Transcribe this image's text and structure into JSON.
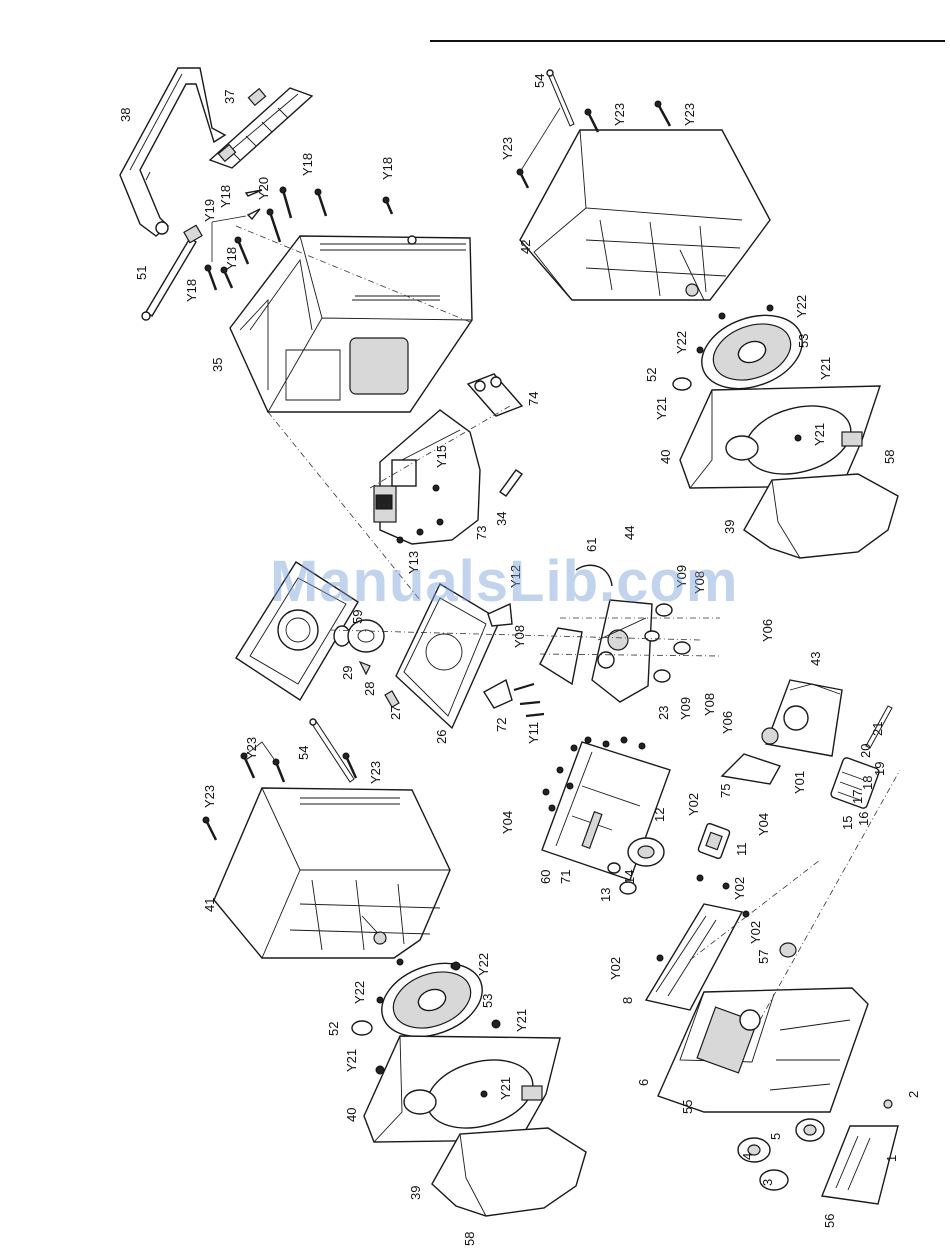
{
  "watermark": "ManualsLib.com",
  "labels": {
    "p38": "38",
    "p37": "37",
    "p51": "51",
    "p35": "35",
    "p74": "74",
    "p73": "73",
    "p34": "34",
    "p54a": "54",
    "p54b": "54",
    "p42": "42",
    "p53a": "53",
    "p53b": "53",
    "p52a": "52",
    "p52b": "52",
    "p40a": "40",
    "p40b": "40",
    "p58a": "58",
    "p58b": "58",
    "p39a": "39",
    "p39b": "39",
    "p41": "41",
    "p26": "26",
    "p27": "27",
    "p28": "28",
    "p29": "29",
    "p59": "59",
    "p72": "72",
    "p44": "44",
    "p61": "61",
    "p23": "23",
    "p60": "60",
    "p71": "71",
    "p12": "12",
    "p13": "13",
    "p14": "14",
    "p11": "11",
    "p75": "75",
    "p43": "43",
    "p21": "21",
    "p20": "20",
    "p19": "19",
    "p18": "18",
    "p17": "17",
    "p16": "16",
    "p15": "15",
    "p8": "8",
    "p57": "57",
    "p6": "6",
    "p55": "55",
    "p4": "4",
    "p5": "5",
    "p3": "3",
    "p56": "56",
    "p1": "1",
    "p2": "2",
    "y18a": "Y18",
    "y18b": "Y18",
    "y18c": "Y18",
    "y18d": "Y18",
    "y18e": "Y18",
    "y19": "Y19",
    "y20": "Y20",
    "y15": "Y15",
    "y23a": "Y23",
    "y23b": "Y23",
    "y23c": "Y23",
    "y23d": "Y23",
    "y23e": "Y23",
    "y23f": "Y23",
    "y22a": "Y22",
    "y22b": "Y22",
    "y22c": "Y22",
    "y22d": "Y22",
    "y21a": "Y21",
    "y21b": "Y21",
    "y21c": "Y21",
    "y21d": "Y21",
    "y21e": "Y21",
    "y21f": "Y21",
    "y12": "Y12",
    "y13": "Y13",
    "y08a": "Y08",
    "y08b": "Y08",
    "y08c": "Y08",
    "y09a": "Y09",
    "y09b": "Y09",
    "y11": "Y11",
    "y04a": "Y04",
    "y04b": "Y04",
    "y02a": "Y02",
    "y02b": "Y02",
    "y02c": "Y02",
    "y02d": "Y02",
    "y06a": "Y06",
    "y06b": "Y06",
    "y01": "Y01"
  }
}
